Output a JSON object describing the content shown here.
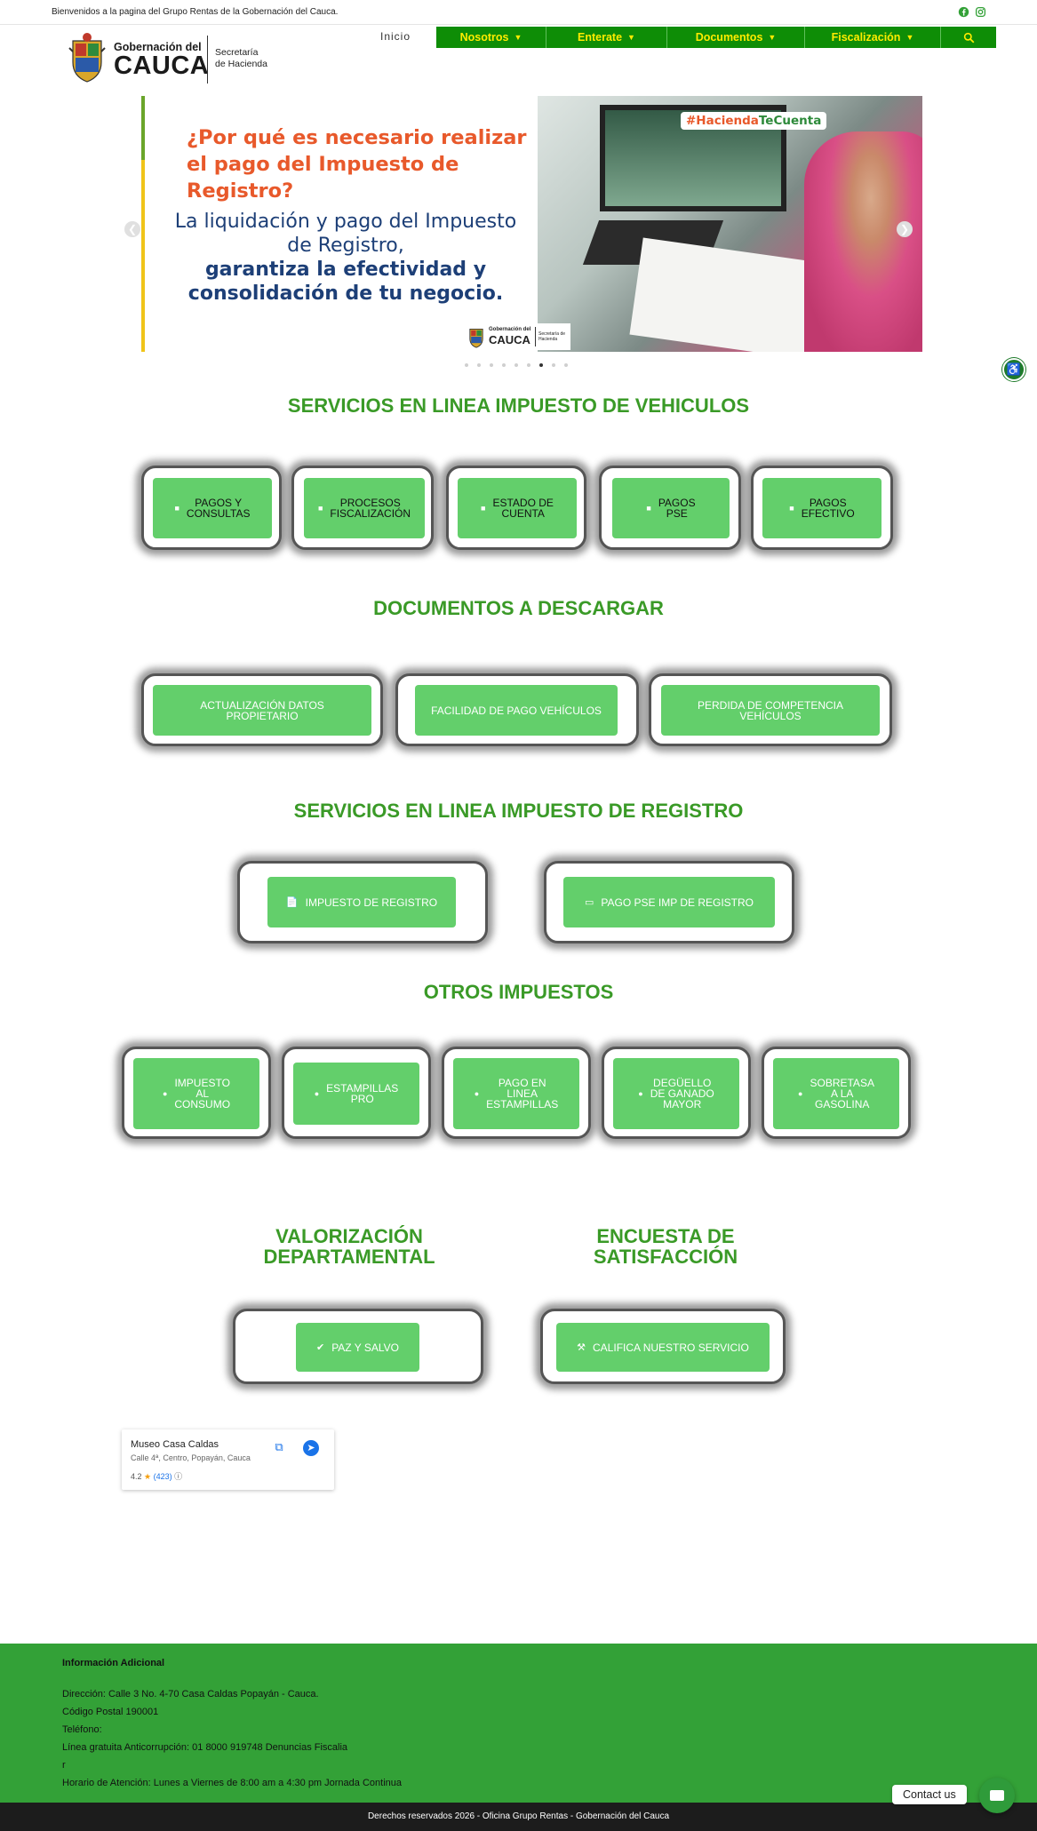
{
  "topbar": {
    "message": "Bienvenidos a la pagina del Grupo Rentas de la Gobernación del Cauca."
  },
  "logo": {
    "line1": "Gobernación del",
    "line2": "CAUCA",
    "sub1": "Secretaría",
    "sub2": "de Hacienda"
  },
  "nav": {
    "home": "Inicio",
    "items": [
      {
        "label": "Nosotros",
        "icon": "chevron-down-icon"
      },
      {
        "label": "Enterate",
        "icon": "chevron-down-icon"
      },
      {
        "label": "Documentos",
        "icon": "chevron-down-icon"
      },
      {
        "label": "Fiscalización",
        "icon": "chevron-down-icon"
      }
    ],
    "search_icon": "search-icon",
    "colors": {
      "bar": "#0e8d06",
      "text": "#ffeb00"
    }
  },
  "slider": {
    "question": "¿Por qué es necesario realizar el pago del Impuesto de Registro?",
    "sub_regular": "La liquidación y pago del Impuesto de Registro,",
    "sub_bold": "garantiza la efectividad y consolidación de tu negocio.",
    "hashtag_a": "#Hacienda",
    "hashtag_b": "TeCuenta",
    "logo_line1": "Gobernación del",
    "logo_line2": "CAUCA",
    "logo_sub": "Secretaría de Hacienda",
    "dot_count": 9,
    "active_dot": 7
  },
  "sections": {
    "vehiculos": {
      "title": "SERVICIOS EN LINEA IMPUESTO DE VEHICULOS",
      "buttons": [
        {
          "line1": "PAGOS Y",
          "line2": "CONSULTAS",
          "icon": "car-icon"
        },
        {
          "line1": "PROCESOS",
          "line2": "FISCALIZACIÓN",
          "icon": "car-icon"
        },
        {
          "line1": "ESTADO DE",
          "line2": "CUENTA",
          "icon": "car-icon"
        },
        {
          "line1": "PAGOS",
          "line2": "PSE",
          "icon": "video-icon"
        },
        {
          "line1": "PAGOS",
          "line2": "EFECTIVO",
          "icon": "video-icon"
        }
      ]
    },
    "documentos": {
      "title": "DOCUMENTOS A DESCARGAR",
      "buttons": [
        {
          "line1": "ACTUALIZACIÓN DATOS",
          "line2": "PROPIETARIO"
        },
        {
          "line1": "FACILIDAD DE PAGO VEHÍCULOS",
          "line2": ""
        },
        {
          "line1": "PERDIDA DE COMPETENCIA",
          "line2": "VEHÍCULOS"
        }
      ]
    },
    "registro": {
      "title": "SERVICIOS EN LINEA IMPUESTO DE REGISTRO",
      "buttons": [
        {
          "label": "IMPUESTO DE REGISTRO",
          "icon": "document-icon"
        },
        {
          "label": "PAGO PSE IMP DE REGISTRO",
          "icon": "card-icon"
        }
      ]
    },
    "otros": {
      "title": "OTROS IMPUESTOS",
      "buttons": [
        {
          "lines": [
            "IMPUESTO",
            "AL",
            "CONSUMO"
          ],
          "icon": "bottle-icon"
        },
        {
          "lines": [
            "ESTAMPILLAS",
            "PRO"
          ],
          "icon": "stamp-icon"
        },
        {
          "lines": [
            "PAGO EN",
            "LINEA",
            "ESTAMPILLAS"
          ],
          "icon": "stamp-icon"
        },
        {
          "lines": [
            "DEGÜELLO",
            "DE GANADO",
            "MAYOR"
          ],
          "icon": "horse-icon"
        },
        {
          "lines": [
            "SOBRETASA",
            "A LA",
            "GASOLINA"
          ],
          "icon": "gas-pump-icon"
        }
      ]
    },
    "valorizacion": {
      "title1": "VALORIZACIÓN",
      "title2": "DEPARTAMENTAL",
      "button": "PAZ Y SALVO",
      "icon": "check-icon"
    },
    "encuesta": {
      "title1": "ENCUESTA DE",
      "title2": "SATISFACCIÓN",
      "button": "CALIFICA NUESTRO SERVICIO",
      "icon": "tools-icon"
    }
  },
  "map": {
    "name": "Museo Casa Caldas",
    "address": "Calle 4ª, Centro, Popayán, Cauca",
    "rating": "4.2",
    "reviews": "(423)"
  },
  "footer": {
    "heading": "Información Adicional",
    "lines": [
      "Dirección: Calle 3 No. 4-70 Casa Caldas Popayán - Cauca.",
      "Código Postal 190001",
      "Teléfono:",
      "Línea gratuita Anticorrupción: 01 8000 919748 Denuncias Fiscalia",
      "r",
      "Horario de Atención: Lunes a Viernes de 8:00 am a 4:30 pm Jornada Continua"
    ],
    "copyright": "Derechos reservados 2026 - Oficina Grupo Rentas - Gobernación del Cauca",
    "contact_label": "Contact us",
    "color": "#33a137"
  }
}
